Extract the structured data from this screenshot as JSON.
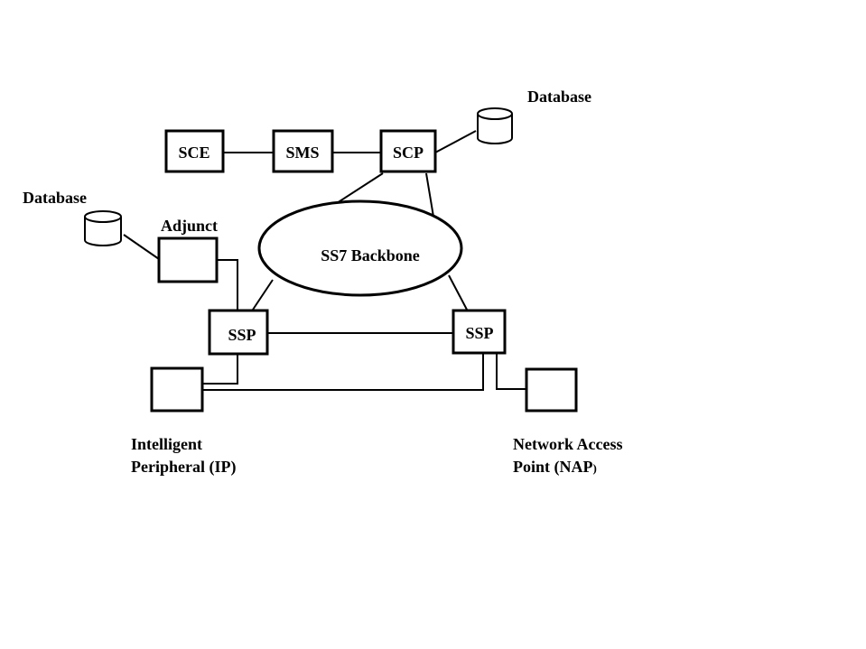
{
  "nodes": {
    "sce": "SCE",
    "sms": "SMS",
    "scp": "SCP",
    "adjunct": "Adjunct",
    "ss7": "SS7 Backbone",
    "ssp_left": "SSP",
    "ssp_right": "SSP"
  },
  "databases": {
    "top_right": "Database",
    "left": "Database"
  },
  "labels": {
    "ip_line1": "Intelligent",
    "ip_line2": "Peripheral (IP)",
    "nap_line1": "Network Access",
    "nap_line2_main": "Point (NAP",
    "nap_line2_paren": ")"
  }
}
